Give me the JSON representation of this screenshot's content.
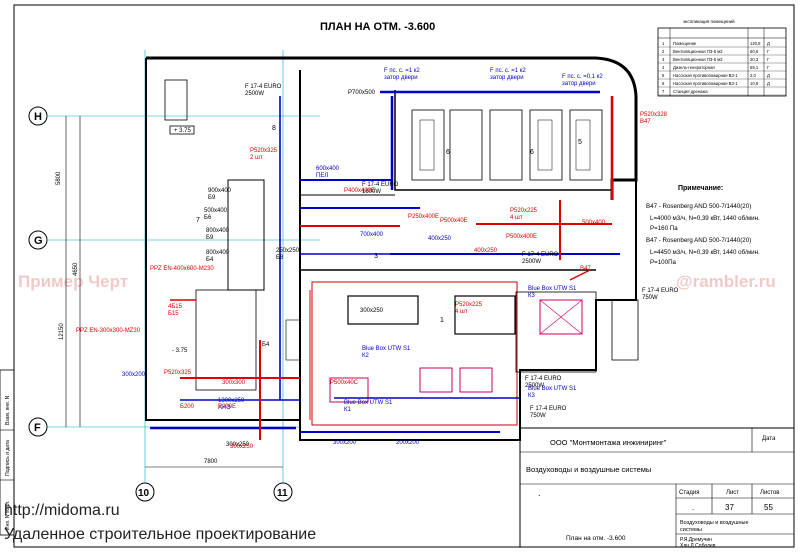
{
  "title": "ПЛАН НА ОТМ. -3.600",
  "footer": {
    "url": "http://midoma.ru",
    "tagline": "Удаленное строительное проектирование"
  },
  "watermark_left": "Пример Черт",
  "watermark_right": "@rambler.ru",
  "grid_axes": {
    "h": "H",
    "g": "G",
    "f": "F",
    "c10": "10",
    "c11": "11"
  },
  "dimensions": {
    "d1": "5800",
    "d2": "4650",
    "d3": "12150",
    "d4": "7800"
  },
  "units": {
    "u1": "F 17-4 EURO\n2500W",
    "u2": "P700x500",
    "u3": "F 17-4 EURO\n2500W",
    "u4": "F 17-4 EURO\n750W",
    "u5": "F 17-4 EURO\n2500W",
    "u6": "F 17-4 EURO\n750W",
    "u7": "F 17-4 EURO\n1600W"
  },
  "blue_labels": {
    "fan1": "F пс. с. =1 к2\nзатор двери",
    "fan2": "F пс. с. =1 к2\nзатор двери",
    "fan3": "F пс. с. =0,1 к2\nзатор двери",
    "ub1": "Blue Box UTW S1\nК2",
    "ub2": "Blue Box UTW S1\nК3",
    "ub3": "Blue Box UTW S1\nК1",
    "ub4": "Blue Box UTW S1\nК3",
    "d300a": "300x200",
    "d300b": "300x200",
    "d200": "200x200",
    "d1300": "1300x250\nАНЭ",
    "p400": "400x250",
    "p700": "700x400",
    "p500": "600x400\nПЕЛ"
  },
  "red_labels": {
    "r1": "P520x325\n2 шт",
    "r2": "P520x328\nB47",
    "r3": "P520x225\n4 шт",
    "r4": "P520x225\n4 шт",
    "r5": "P500x400E",
    "r6": "P500x40E",
    "r7": "P250x400E",
    "r8": "P400x400E",
    "r9": "PPZ EN-300x300-MZ30",
    "r10": "PPZ EN-400x600-M230",
    "r11": "400x250",
    "r12": "300x300",
    "r13": "300x250",
    "r14": "500x400",
    "r15": "P500x40C",
    "r16": "Б200",
    "r17": "P200E",
    "r18": "4Б15\nБ15",
    "r19": "B47",
    "r20": "P520x325"
  },
  "black_labels": {
    "k1": "900x400\nБ9",
    "k2": "800x400\nБ9",
    "k3": "800x400\nБ4",
    "k4": "500x400\nБ6",
    "k5": "250x250\nБ8",
    "k6": "300x250",
    "k7": "300x250",
    "k8": "Б4",
    "k9": "+ 3.75",
    "k10": "- 3.75",
    "k11": "1",
    "k12": "7",
    "k13": "8",
    "k14": "6",
    "k15": "6",
    "k16": "5",
    "k17": "3"
  },
  "notes": {
    "heading": "Примечание:",
    "line1": "В47 - Rosenberg AND 500-7/1440(20)",
    "line2": "L=4000 м3/ч, N=0,39 кВт, 1440 об/мин.",
    "line3": "P=160 Па",
    "line4": "В47 - Rosenberg AND 500-7/1440(20)",
    "line5": "L=4450 м3/ч, N=0,39 кВт, 1440 об/мин.",
    "line6": "P=100Па"
  },
  "room_table": {
    "title": "экспликация помещений",
    "rows": [
      [
        "1",
        "Помещение",
        "120,8",
        "Д"
      ],
      [
        "2",
        "Вентиляционная ПЗ-5 м3",
        "60,6",
        "Г"
      ],
      [
        "3",
        "Вентиляционная ПЗ-5 м3",
        "20,3",
        "Г"
      ],
      [
        "4",
        "Дизель-генераторная",
        "59,1",
        "Г"
      ],
      [
        "5",
        "Насосная противопожарная ВЗ-1",
        "2,0",
        "Д"
      ],
      [
        "6",
        "Насосная противопожарная ВЗ-1",
        "10,8",
        "Д"
      ],
      [
        "7",
        "Станция дренажа",
        "",
        ""
      ]
    ]
  },
  "stamp": {
    "company": "ООО \"Монтмонтажа инжиниринг\"",
    "date_label": "Дата",
    "subject": "Воздуховоды и воздушные системы",
    "stage_label": "Стадия",
    "sheet_label": "Лист",
    "sheets_label": "Листов",
    "stage": ".",
    "sheet": "37",
    "sheets": "55",
    "plan": "План на отм. -3.600",
    "plan_note": "Воздуховоды и воздушные\nсистемы",
    "dot": ".",
    "dev1": "Р.Я.Дремучин",
    "dev2": "Хлн.Д.Соболев"
  },
  "side_labels": {
    "s1": "Взам. инв. N",
    "s2": "Подпись и дата",
    "s3": "Инв. N подл."
  }
}
